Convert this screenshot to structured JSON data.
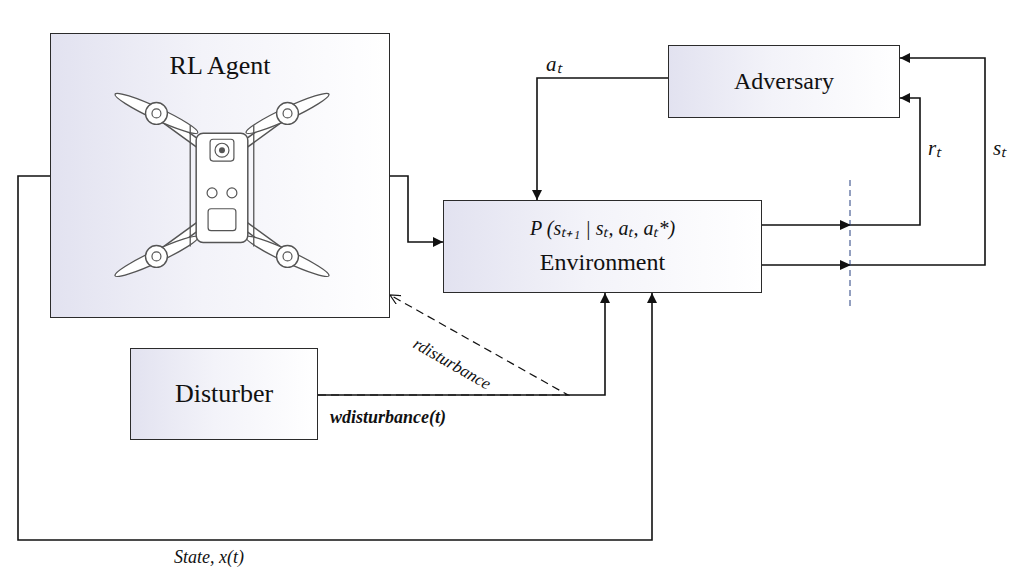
{
  "diagram": {
    "nodes": [
      {
        "text": [
          "RL Agent"
        ]
      },
      {
        "text": [
          "Adversary"
        ]
      },
      {
        "text": [
          "P (sₜ₊₁ | sₜ, aₜ, aₜ*)",
          "Environment"
        ]
      },
      {
        "text": [
          "Disturber"
        ]
      }
    ],
    "edges": [
      {
        "from": 0,
        "to": 2,
        "arrow": "to"
      },
      {
        "from": 1,
        "to": 2,
        "label": "aₜ",
        "arrow": "to"
      },
      {
        "from": 2,
        "to": 1,
        "label": "rₜ",
        "arrow": "to"
      },
      {
        "from": 2,
        "to": 1,
        "label": "sₜ",
        "arrow": "to"
      },
      {
        "from": 3,
        "to": 2,
        "label": "wdisturbance(t)",
        "arrow": "to"
      },
      {
        "from": 3,
        "to": 0,
        "label": "rdisturbance",
        "arrow": "to"
      },
      {
        "from": 0,
        "to": 2,
        "label": "State, x(t)",
        "arrow": "to"
      }
    ]
  }
}
